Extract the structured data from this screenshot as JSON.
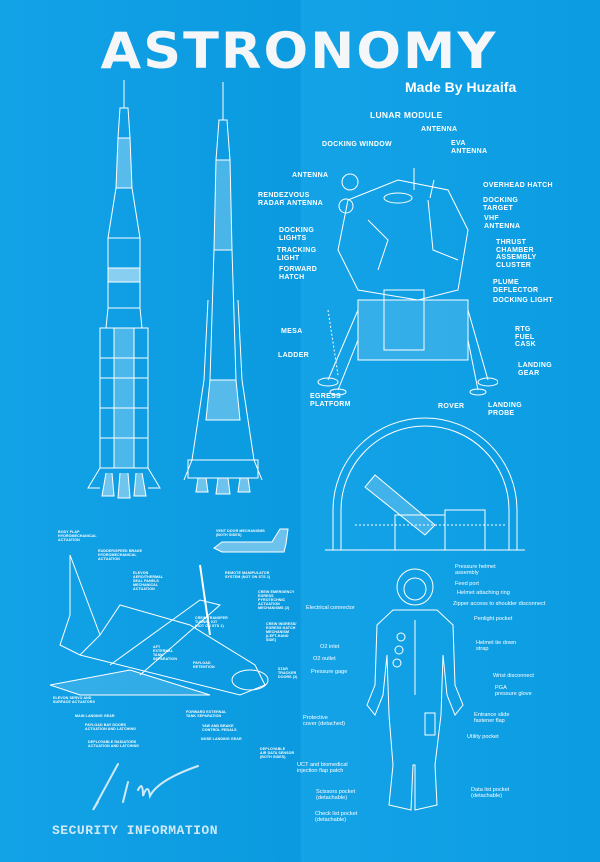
{
  "poster": {
    "title": "ASTRONOMY",
    "byline": "Made By Huzaifa",
    "background_color": "#0b9fe6",
    "line_color": "#ffffff",
    "footer": "SECURITY INFORMATION",
    "signature": "Vim"
  },
  "lunar_module": {
    "title": "LUNAR MODULE",
    "labels": [
      "DOCKING WINDOW",
      "ANTENNA",
      "EVA\nANTENNA",
      "ANTENNA",
      "RENDEZVOUS\nRADAR ANTENNA",
      "OVERHEAD HATCH",
      "DOCKING\nTARGET",
      "VHF\nANTENNA",
      "DOCKING\nLIGHTS",
      "TRACKING\nLIGHT",
      "FORWARD\nHATCH",
      "THRUST\nCHAMBER\nASSEMBLY\nCLUSTER",
      "PLUME\nDEFLECTOR",
      "DOCKING LIGHT",
      "MESA",
      "RTG\nFUEL\nCASK",
      "LADDER",
      "LANDING\nGEAR",
      "EGRESS\nPLATFORM",
      "ROVER",
      "LANDING\nPROBE"
    ]
  },
  "space_suit": {
    "labels": [
      "Pressure helmet\nassembly",
      "Feed port",
      "Helmet attaching ring",
      "Zipper access to shoulder disconnect",
      "Electrical connector",
      "Penlight pocket",
      "Helmet tie down\nstrap",
      "O2 inlet",
      "O2 outlet",
      "Pressure gage",
      "Wrist disconnect",
      "PGA\npressure glove",
      "Protective\ncover (detached)",
      "Entrance slide\nfastener flap",
      "Utility pocket",
      "UCT and biomedical\ninjection flap patch",
      "Scissors pocket\n(detachable)",
      "Data list pocket\n(detachable)",
      "Check list pocket\n(detachable)"
    ]
  },
  "shuttle": {
    "labels": [
      "BODY FLAP\nHYDROMECHANICAL\nACTUATION",
      "RUDDER/SPEED BRAKE\nHYDROMECHANICAL\nACTUATION",
      "VENT DOOR MECHANISMS\n(BOTH SIDES)",
      "ELEVON\nAERO/THERMAL\nSEAL PANELS\nMECHANICAL\nACTUATION",
      "REMOTE MANIPULATOR\nSYSTEM (NOT ON STS 1)",
      "CREW EMERGENCY\nEGRESS\nPYROTECHNIC\nACTUATION\nMECHANISMS (2)",
      "CREW TRANSFER\nTUNNEL KIT\n(NOT ON STS 1)",
      "CREW INGRESS/\nEGRESS HATCH\nMECHANISM\n(LEFT-HAND\nSIDE)",
      "AFT\nEXTERNAL\nTANK\nSEPARATION",
      "PAYLOAD\nRETENTION",
      "STAR\nTRACKER\nDOORS (2)",
      "ELEVON SERVO AND\nSURFACE ACTUATORS",
      "MAIN LANDING GEAR",
      "FORWARD EXTERNAL\nTANK SEPARATION",
      "PAYLOAD BAY DOORS\nACTUATION AND LATCHING",
      "YAW AND BRAKE\nCONTROL PEDALS",
      "NOSE LANDING GEAR",
      "DEPLOYABLE RADIATORS\nACTUATION AND LATCHING",
      "DEPLOYABLE\nAIR DATA SENSOR\n(BOTH SIDES)"
    ]
  }
}
